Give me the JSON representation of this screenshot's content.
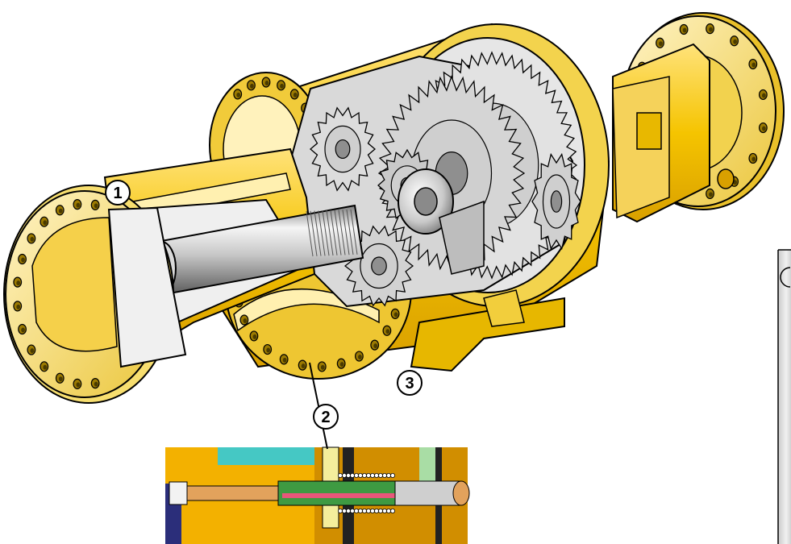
{
  "figure": {
    "callouts": [
      {
        "id": "1",
        "label": "1"
      },
      {
        "id": "2",
        "label": "2"
      },
      {
        "id": "3",
        "label": "3"
      }
    ]
  },
  "colors": {
    "housing_yellow": "#F5C400",
    "housing_light": "#FFF0B0",
    "housing_shadow": "#D9A000",
    "steel_light": "#F2F2F2",
    "steel_mid": "#B9B9B9",
    "steel_dark": "#6E6E6E",
    "detail_orange": "#F3B100",
    "detail_brown": "#D18E00",
    "detail_teal": "#45C8C4",
    "detail_navy": "#2B2E7A",
    "detail_lightgreen": "#A9DDA5",
    "detail_paleyellow": "#F4EE9C",
    "detail_green": "#3E9A42",
    "detail_pink": "#E8577A",
    "detail_tan": "#E2A25C",
    "black": "#000000"
  }
}
